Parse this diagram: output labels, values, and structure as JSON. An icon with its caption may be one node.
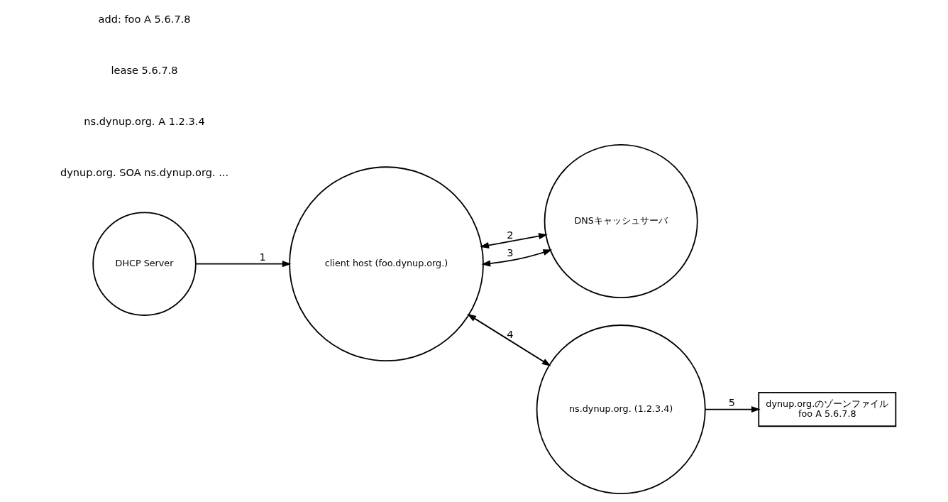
{
  "diagram": {
    "nodes": [
      {
        "text": [
          "DHCP Server"
        ]
      },
      {
        "text": [
          "DNSキャッシュサーバ"
        ]
      },
      {
        "text": [
          "client host (foo.dynup.org.)"
        ]
      },
      {
        "text": [
          "ns.dynup.org. (1.2.3.4)"
        ]
      },
      {
        "text": [
          "dynup.org.のゾーンファイル",
          "foo A 5.6.7.8"
        ]
      }
    ],
    "edges": [
      {
        "from": 0,
        "to": 2,
        "arrow": "to",
        "label": "1"
      },
      {
        "from": 2,
        "to": 1,
        "arrow": "both",
        "label": "2"
      },
      {
        "from": 2,
        "to": 1,
        "arrow": "both",
        "label": "3"
      },
      {
        "from": 2,
        "to": 3,
        "arrow": "both",
        "label": "4"
      },
      {
        "from": 3,
        "to": 4,
        "arrow": "to",
        "label": "5"
      }
    ],
    "labels": [
      "dynup.org. SOA ns.dynup.org. ...",
      "ns.dynup.org. A 1.2.3.4",
      "lease 5.6.7.8",
      "add: foo A 5.6.7.8"
    ]
  }
}
